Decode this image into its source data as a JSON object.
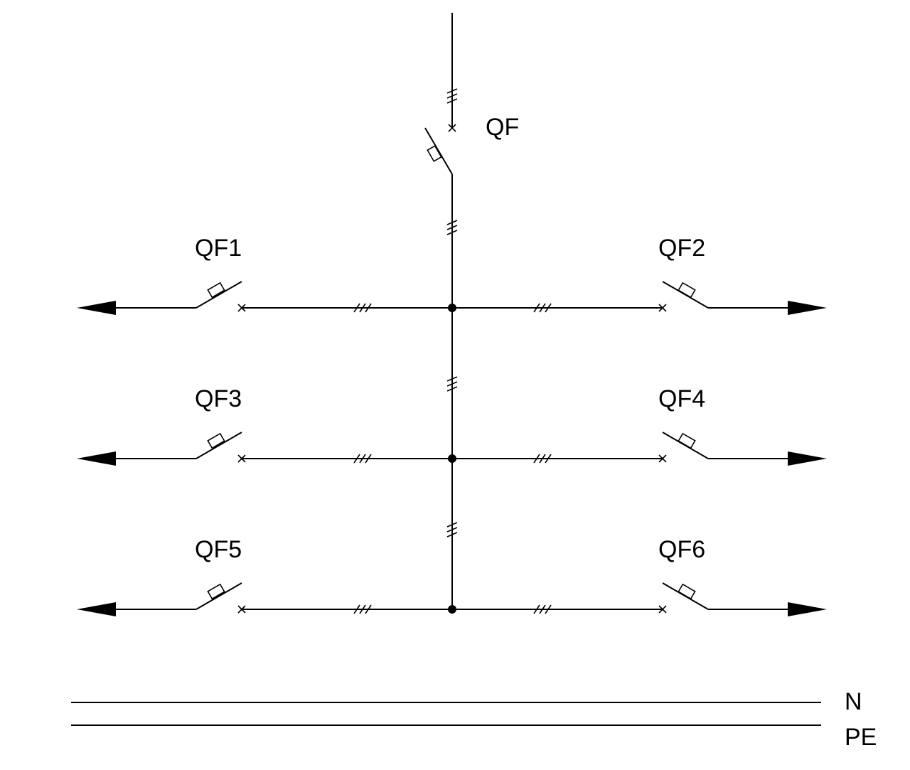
{
  "diagram": {
    "main_breaker": {
      "label": "QF"
    },
    "feeders": [
      {
        "label": "QF1"
      },
      {
        "label": "QF2"
      },
      {
        "label": "QF3"
      },
      {
        "label": "QF4"
      },
      {
        "label": "QF5"
      },
      {
        "label": "QF6"
      }
    ],
    "conductors": [
      {
        "label": "N"
      },
      {
        "label": "PE"
      }
    ]
  }
}
